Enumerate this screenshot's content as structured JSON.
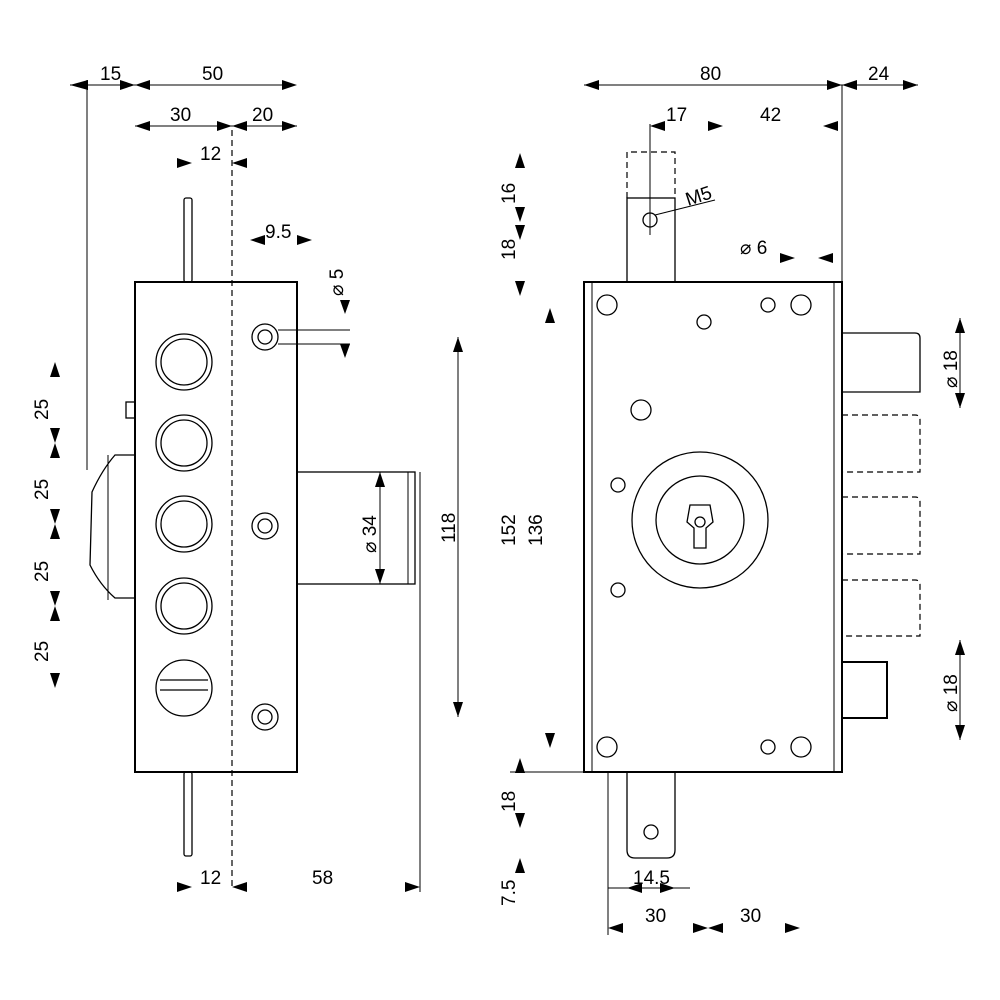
{
  "dimensions": {
    "left_top_15": "15",
    "left_top_50": "50",
    "left_30": "30",
    "left_20": "20",
    "left_12_top": "12",
    "left_9_5": "9.5",
    "left_dia_5": "⌀ 5",
    "left_dia_34": "⌀ 34",
    "left_118": "118",
    "left_25_a": "25",
    "left_25_b": "25",
    "left_25_c": "25",
    "left_25_d": "25",
    "left_12_bottom": "12",
    "left_58": "58",
    "right_80": "80",
    "right_24": "24",
    "right_17": "17",
    "right_42": "42",
    "right_m5": "M5",
    "right_dia_6": "⌀ 6",
    "right_16": "16",
    "right_18_top": "18",
    "right_152": "152",
    "right_136": "136",
    "right_dia_18_top": "⌀ 18",
    "right_dia_18_bottom": "⌀ 18",
    "right_18_bottom": "18",
    "right_7_5": "7.5",
    "right_14_5": "14.5",
    "right_30_a": "30",
    "right_30_b": "30"
  },
  "views": {
    "left": {
      "bolt_count": 4,
      "cylinder_holes": 5
    },
    "right": {
      "bolt_count": 4,
      "mounting_holes": 8
    }
  }
}
